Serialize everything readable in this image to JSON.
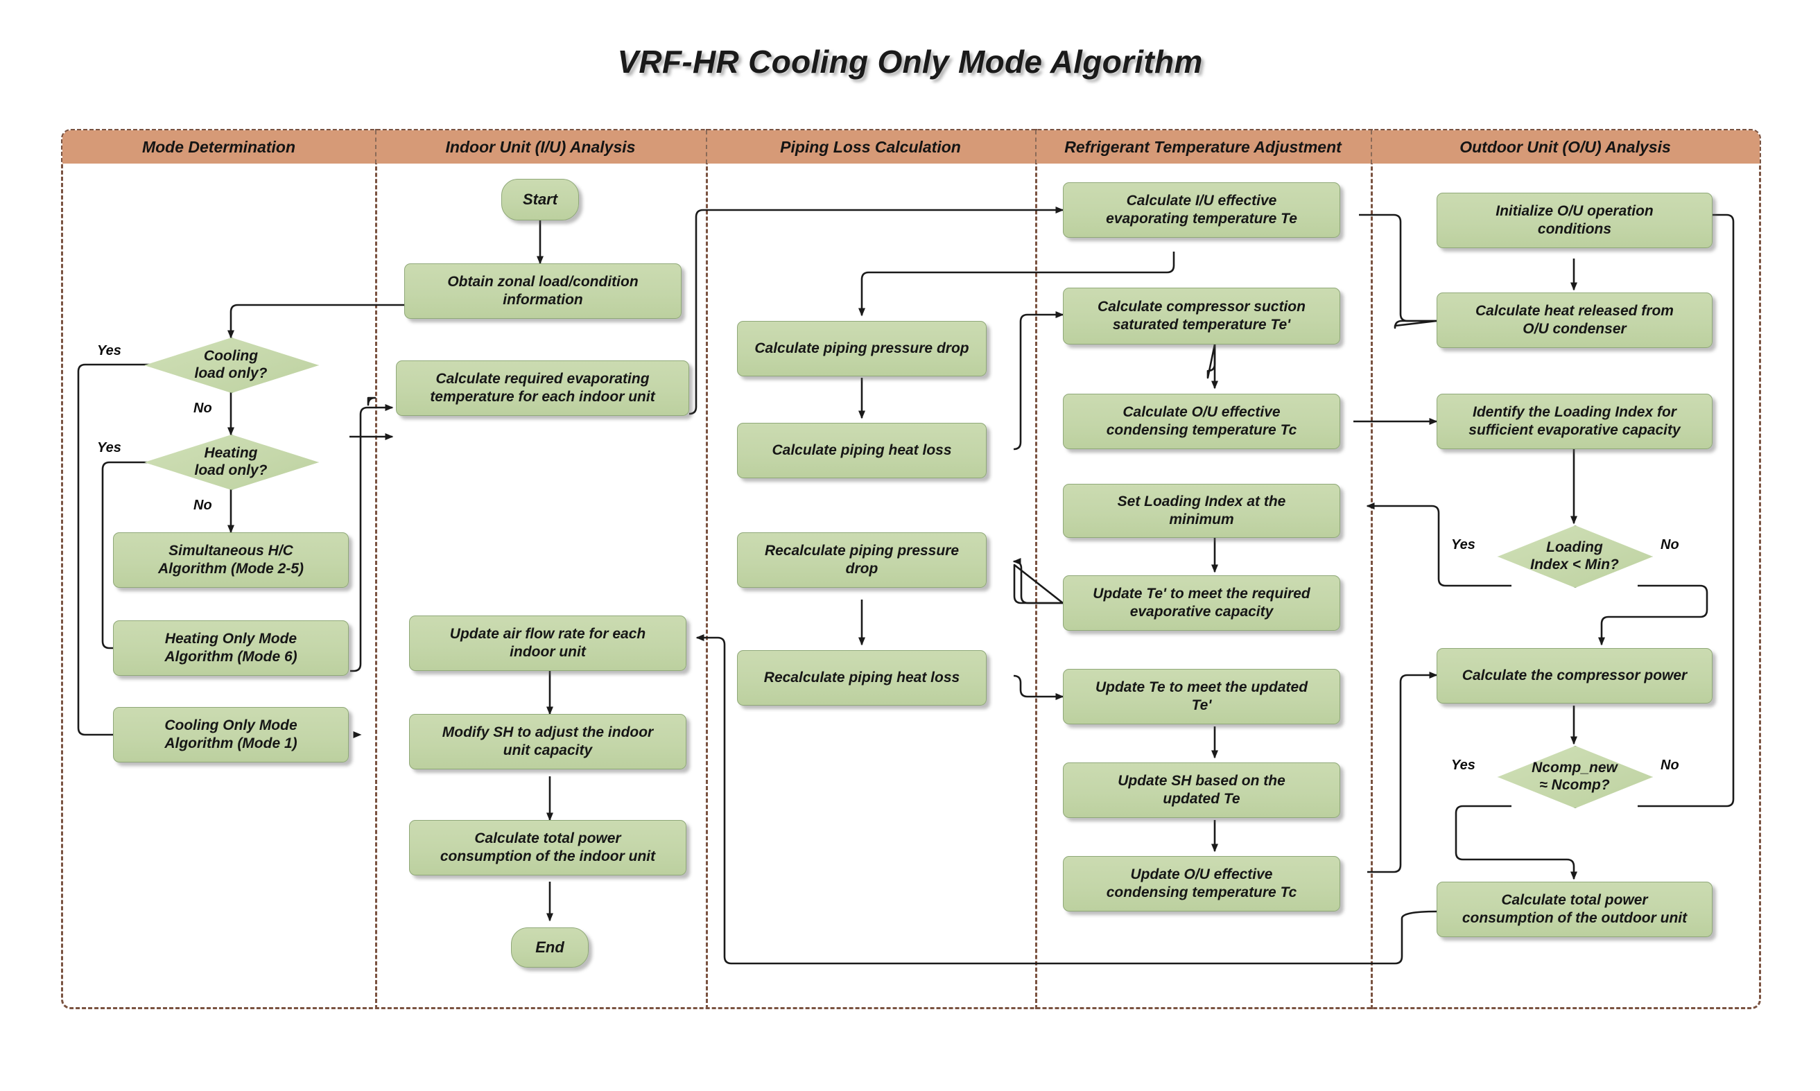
{
  "title": "VRF-HR Cooling Only Mode Algorithm",
  "lanes": [
    {
      "id": "mode",
      "label": "Mode Determination"
    },
    {
      "id": "indoor",
      "label": "Indoor Unit (I/U) Analysis"
    },
    {
      "id": "piping",
      "label": "Piping Loss Calculation"
    },
    {
      "id": "refrigerant",
      "label": "Refrigerant Temperature Adjustment"
    },
    {
      "id": "outdoor",
      "label": "Outdoor Unit (O/U) Analysis"
    }
  ],
  "nodes": {
    "start": "Start",
    "end": "End",
    "cooling_only_q": "Cooling\nload only?",
    "heating_only_q": "Heating\nload only?",
    "simul_hc": "Simultaneous H/C\nAlgorithm (Mode 2-5)",
    "heating_only": "Heating Only Mode\nAlgorithm (Mode 6)",
    "cooling_only": "Cooling Only Mode\nAlgorithm (Mode 1)",
    "obtain_zonal": "Obtain zonal load/condition\ninformation",
    "calc_req_evap": "Calculate required evaporating\ntemperature for each indoor unit",
    "update_airflow": "Update air flow rate for each\nindoor unit",
    "modify_sh": "Modify SH to adjust the indoor\nunit capacity",
    "calc_iu_power": "Calculate total power\nconsumption of the indoor unit",
    "calc_pdrop": "Calculate piping pressure drop",
    "calc_hloss": "Calculate piping  heat loss",
    "recalc_pdrop": "Recalculate piping pressure\ndrop",
    "recalc_hloss": "Recalculate piping heat loss",
    "calc_te": "Calculate I/U effective\nevaporating temperature Te",
    "calc_te_prime": "Calculate compressor suction\nsaturated temperature Te'",
    "calc_tc": "Calculate O/U effective\ncondensing temperature Tc",
    "set_loading_min": "Set Loading Index at the\nminimum",
    "update_te_prime": "Update Te' to meet the required\nevaporative capacity",
    "update_te": "Update Te to meet the updated\nTe'",
    "update_sh": "Update SH based on the\nupdated Te",
    "update_tc": "Update O/U effective\ncondensing temperature Tc",
    "init_ou": "Initialize O/U operation\nconditions",
    "calc_heat_rel": "Calculate heat released from\nO/U condenser",
    "identify_li": "Identify the Loading Index for\nsufficient evaporative capacity",
    "loading_idx_q": "Loading\nIndex < Min?",
    "calc_comp_pwr": "Calculate the compressor power",
    "ncomp_q": "Ncomp_new\n≈  Ncomp?",
    "calc_ou_power": "Calculate total power\nconsumption of the outdoor unit"
  },
  "edge_labels": {
    "cooling_yes": "Yes",
    "cooling_no": "No",
    "heating_yes": "Yes",
    "heating_no": "No",
    "loading_yes": "Yes",
    "loading_no": "No",
    "ncomp_yes": "Yes",
    "ncomp_no": "No"
  },
  "colors": {
    "node_fill": "#c6d8ab",
    "node_border": "#8fa878",
    "lane_header": "#d69a77",
    "lane_border": "#7a5240",
    "connector": "#1a1a1a",
    "text": "#161616",
    "background": "#ffffff"
  }
}
